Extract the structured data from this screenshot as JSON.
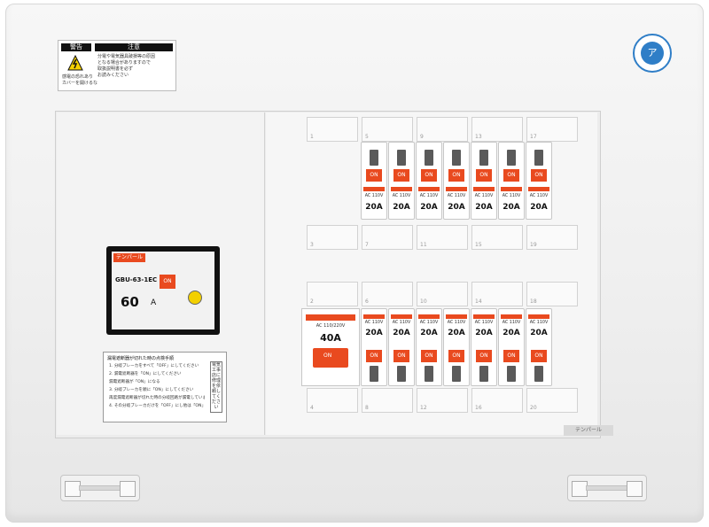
{
  "warning_label": {
    "left_header": "警告",
    "right_header": "注意",
    "left_text": [
      "感電の恐れあり",
      "カバーを開けるな"
    ],
    "right_text": [
      "分電や電気器具破損等の原因",
      "となる場合がありますので",
      "取扱説明書を必ず",
      "お読みください"
    ]
  },
  "seal": {
    "text": "ア"
  },
  "main_breaker": {
    "brand": "テンパール",
    "model": "GBU-63-1EC",
    "on_label": "ON",
    "rating": "60",
    "unit": "A"
  },
  "notice_panel": {
    "title": "漏電遮断器が切れた時の点検手順",
    "lines": [
      "1. 分岐ブレーカをすべて「OFF」にしてください",
      "2. 漏電遮断器を「ON」にしてください",
      "漏電遮断器が「ON」になる",
      "3. 分岐ブレーカを順に「ON」にしてください",
      "再度漏電遮断器が切れた時の分岐回路が漏電しています",
      "4. その分岐ブレーカだけを「OFF」にし他は「ON」に"
    ],
    "side_text": "電気工事店に修理を依頼してください"
  },
  "top_circuit_numbers": [
    "1",
    "5",
    "9",
    "13",
    "17"
  ],
  "middle_upper_numbers": [
    "3",
    "7",
    "11",
    "15",
    "19"
  ],
  "middle_lower_numbers": [
    "2",
    "6",
    "10",
    "14",
    "18"
  ],
  "bottom_circuit_numbers": [
    "4",
    "8",
    "12",
    "16",
    "20"
  ],
  "top_breakers": [
    {
      "on": "ON",
      "volt": "AC 110V",
      "amp": "20A"
    },
    {
      "on": "ON",
      "volt": "AC 110V",
      "amp": "20A"
    },
    {
      "on": "ON",
      "volt": "AC 110V",
      "amp": "20A"
    },
    {
      "on": "ON",
      "volt": "AC 110V",
      "amp": "20A"
    },
    {
      "on": "ON",
      "volt": "AC 110V",
      "amp": "20A"
    },
    {
      "on": "ON",
      "volt": "AC 110V",
      "amp": "20A"
    },
    {
      "on": "ON",
      "volt": "AC 110V",
      "amp": "20A"
    }
  ],
  "bottom_master": {
    "volt": "AC 110/220V",
    "amp": "40A",
    "on": "ON"
  },
  "bottom_breakers": [
    {
      "on": "ON",
      "volt": "AC 110V",
      "amp": "20A"
    },
    {
      "on": "ON",
      "volt": "AC 110V",
      "amp": "20A"
    },
    {
      "on": "ON",
      "volt": "AC 110V",
      "amp": "20A"
    },
    {
      "on": "ON",
      "volt": "AC 110V",
      "amp": "20A"
    },
    {
      "on": "ON",
      "volt": "AC 110V",
      "amp": "20A"
    },
    {
      "on": "ON",
      "volt": "AC 110V",
      "amp": "20A"
    },
    {
      "on": "ON",
      "volt": "AC 110V",
      "amp": "20A"
    }
  ],
  "logo_plate": "テンパール"
}
